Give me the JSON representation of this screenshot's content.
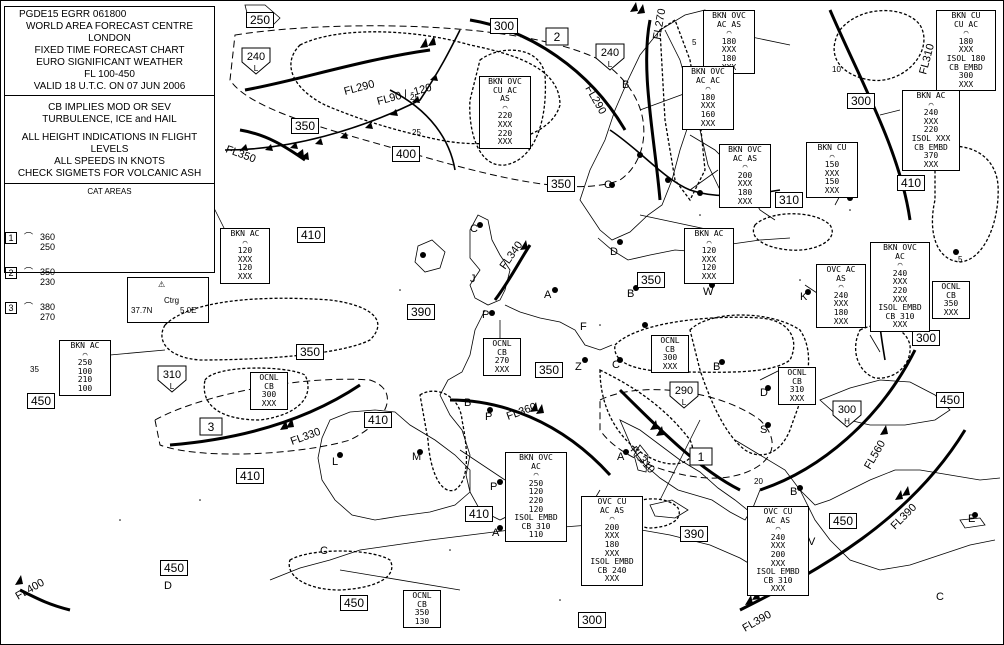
{
  "header": {
    "product_id": "PGDE15 EGRR 061800",
    "lines": [
      "WORLD AREA FORECAST CENTRE",
      "LONDON",
      "FIXED TIME FORECAST CHART",
      "EURO SIGNIFICANT WEATHER",
      "FL 100-450",
      "VALID 18 U.T.C. ON 07 JUN 2006"
    ]
  },
  "notes": [
    "CB IMPLIES MOD OR SEV",
    "TURBULENCE, ICE and HAIL",
    "ALL HEIGHT INDICATIONS IN FLIGHT LEVELS",
    "ALL SPEEDS IN KNOTS",
    "CHECK SIGMETS FOR VOLCANIC ASH"
  ],
  "cat_areas": {
    "title": "CAT AREAS",
    "items": [
      {
        "num": "1",
        "top": "360",
        "base": "250"
      },
      {
        "num": "2",
        "top": "350",
        "base": "230"
      },
      {
        "num": "3",
        "top": "380",
        "base": "270"
      }
    ]
  },
  "tropopause_legend": {
    "label": "Ctrg",
    "lat": "37.7N",
    "lon": "5.0E"
  },
  "trop_levels": [
    "250",
    "300",
    "240",
    "350",
    "400",
    "350",
    "410",
    "300",
    "310",
    "390",
    "350",
    "350",
    "350",
    "450",
    "410",
    "410",
    "410",
    "410",
    "390",
    "450",
    "450",
    "450",
    "450",
    "300",
    "290",
    "350",
    "300",
    "300"
  ],
  "cat_labels": [
    "2",
    "3",
    "1"
  ],
  "jets": [
    "FL290",
    "FL350",
    "FL340",
    "FL330",
    "FL360",
    "FL310",
    "FL290",
    "FL560",
    "FL390",
    "FL390",
    "FL400",
    "FL270",
    "FL310"
  ],
  "centers": [
    {
      "level": "240",
      "type": "L"
    },
    {
      "level": "240",
      "type": "L"
    },
    {
      "level": "310",
      "type": "L"
    },
    {
      "level": "290",
      "type": "L"
    },
    {
      "level": "300",
      "type": "H"
    }
  ],
  "front_label": "FL90 / -120",
  "cloud_boxes": [
    {
      "lines": [
        "BKN  OVC",
        "CU   AC",
        "AS",
        "",
        "220",
        "XXX",
        "220",
        "XXX"
      ]
    },
    {
      "lines": [
        "BKN OVC",
        "AC   AS",
        "",
        "180",
        "XXX",
        "180",
        "XXX"
      ]
    },
    {
      "lines": [
        "BKN OVC",
        "AC   AC",
        "",
        "180",
        "XXX",
        "160",
        "XXX"
      ]
    },
    {
      "lines": [
        "BKN   CU",
        "CU   AC",
        "",
        "180",
        "XXX",
        "ISOL 180",
        "CB  EMBD",
        "300",
        "XXX"
      ]
    },
    {
      "lines": [
        "BKN  AC",
        "",
        "240",
        "XXX",
        "220",
        "ISOL XXX",
        "CB EMBD",
        "370",
        "XXX"
      ]
    },
    {
      "lines": [
        "BKN OVC",
        "AC   AS",
        "",
        "200",
        "XXX",
        "180",
        "XXX"
      ]
    },
    {
      "lines": [
        "BKN  CU",
        "",
        "150",
        "XXX",
        "150",
        "XXX"
      ]
    },
    {
      "lines": [
        "BKN  AC",
        "",
        "120",
        "XXX",
        "120",
        "XXX"
      ]
    },
    {
      "lines": [
        "BKN  AC",
        "",
        "120",
        "XXX",
        "120",
        "XXX"
      ]
    },
    {
      "lines": [
        "BKN  OVC",
        "AC",
        "",
        "240",
        "XXX",
        "220",
        "XXX",
        "ISOL EMBD",
        "CB  310",
        "XXX"
      ]
    },
    {
      "lines": [
        "OVC  AC",
        "AS",
        "",
        "240",
        "XXX",
        "180",
        "XXX"
      ]
    },
    {
      "lines": [
        "OCNL",
        "CB",
        "350",
        "XXX"
      ]
    },
    {
      "lines": [
        "BKN  AC",
        "",
        "250",
        "100",
        "210",
        "100"
      ]
    },
    {
      "lines": [
        "OCNL",
        "CB",
        "270",
        "XXX"
      ]
    },
    {
      "lines": [
        "OCNL",
        "CB",
        "300",
        "XXX"
      ]
    },
    {
      "lines": [
        "OCNL",
        "CB",
        "300",
        "XXX"
      ]
    },
    {
      "lines": [
        "OCNL",
        "CB",
        "310",
        "XXX"
      ]
    },
    {
      "lines": [
        "BKN  OVC",
        "AC",
        "",
        "250",
        "120",
        "220",
        "120",
        "ISOL EMBD",
        "CB  310",
        "110"
      ]
    },
    {
      "lines": [
        "OVC   CU",
        "AC   AS",
        "",
        "200",
        "XXX",
        "180",
        "XXX",
        "ISOL EMBD",
        "CB  240",
        "XXX"
      ]
    },
    {
      "lines": [
        "OVC   CU",
        "AC   AS",
        "",
        "240",
        "XXX",
        "200",
        "XXX",
        "ISOL EMBD",
        "CB  310",
        "XXX"
      ]
    },
    {
      "lines": [
        "OCNL",
        "CB",
        "350",
        "130"
      ]
    }
  ],
  "wind_labels": [
    "5",
    "10",
    "25",
    "25",
    "20",
    "5",
    "35"
  ],
  "place_letters": [
    "C",
    "B",
    "C",
    "D",
    "B",
    "W",
    "A",
    "B",
    "C",
    "F",
    "Z",
    "K",
    "P",
    "A",
    "M",
    "L",
    "D",
    "P",
    "A",
    "P",
    "S",
    "D",
    "B",
    "B",
    "C",
    "C",
    "E",
    "J",
    "V"
  ],
  "bottom_levels": [
    "450",
    "450"
  ]
}
